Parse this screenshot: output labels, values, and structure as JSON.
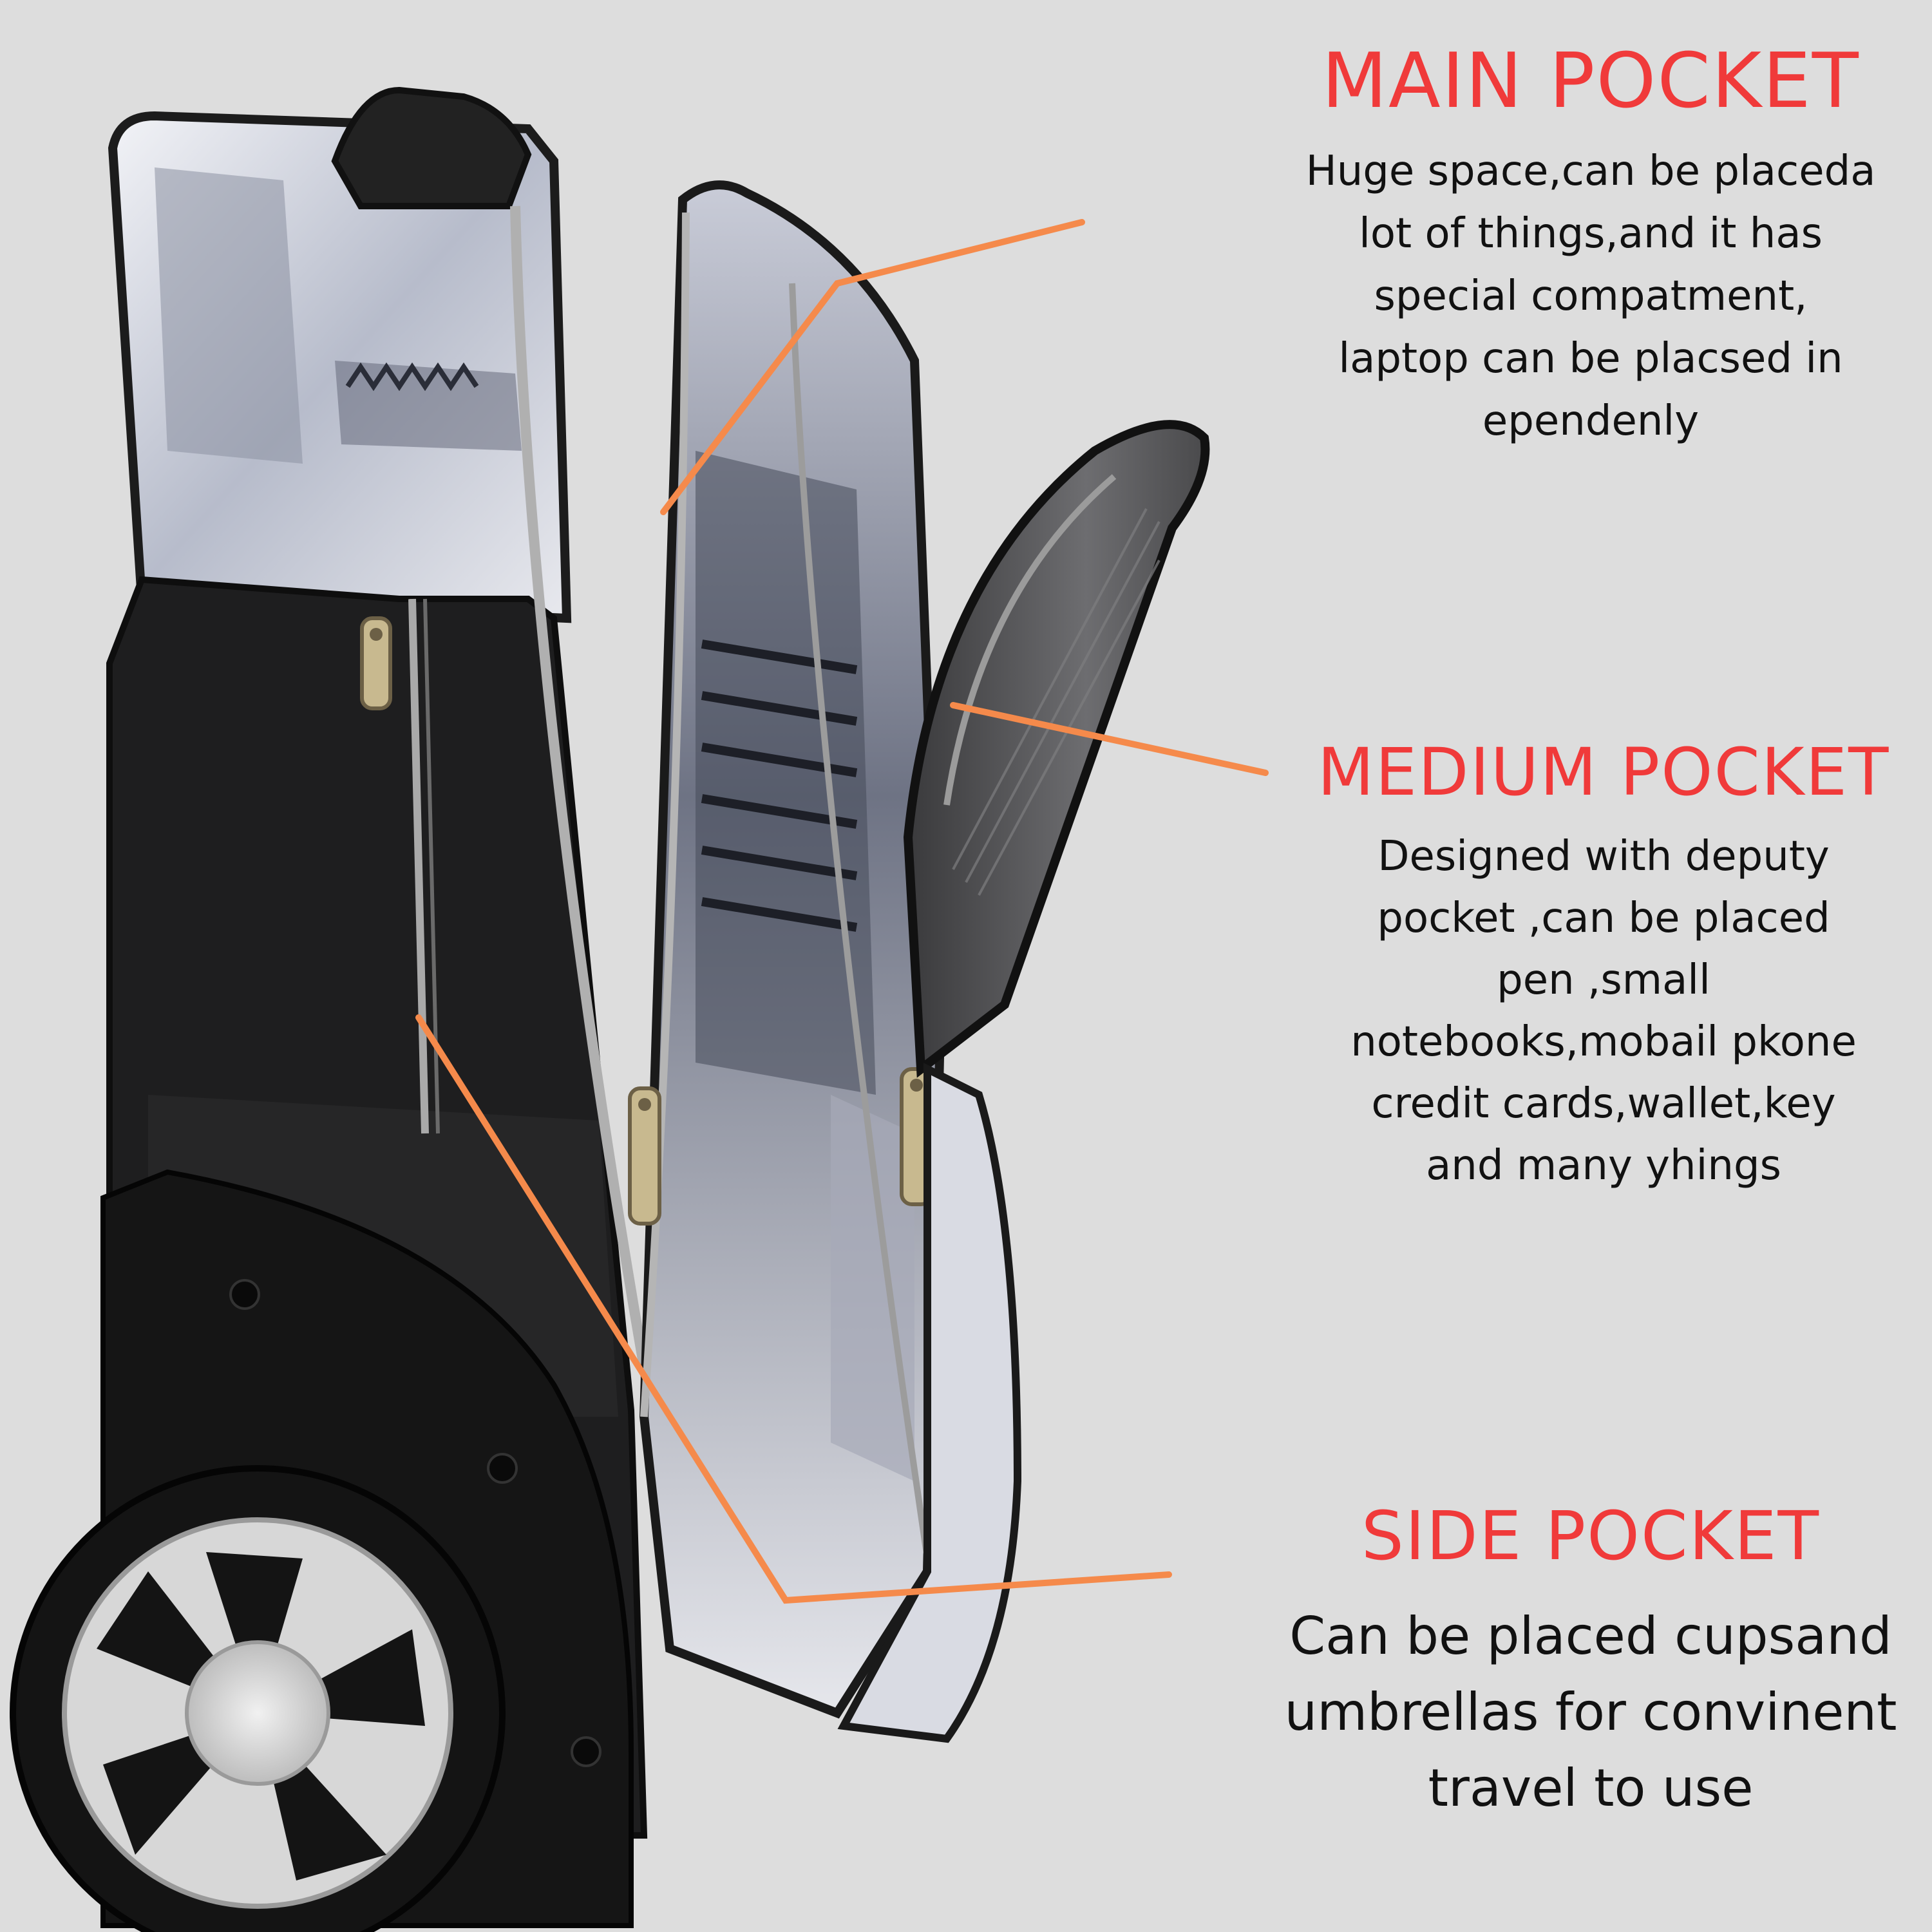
{
  "colors": {
    "background": "#dddddd",
    "heading": "#f03a3a",
    "body_text": "#111111",
    "callout_line": "#f58a4b"
  },
  "sections": {
    "main": {
      "heading": "MAIN POCKET",
      "body": "Huge space,can be placeda\nlot of things,and it has\nspecial compatment,\nlaptop can be placsed in\nependenly"
    },
    "medium": {
      "heading": "MEDIUM POCKET",
      "body": "Designed with deputy\npocket ,can be placed\npen ,small\nnotebooks,mobail pkone\ncredit cards,wallet,key\nand many yhings"
    },
    "side": {
      "heading": "SIDE POCKET",
      "body": "Can be placed cupsand\numbrellas for convinent\ntravel to use"
    }
  },
  "icons": {
    "bag": "rolling-backpack-illustration",
    "wheel": "wheel-icon",
    "zipper_pull": "zipper-pull-icon"
  }
}
